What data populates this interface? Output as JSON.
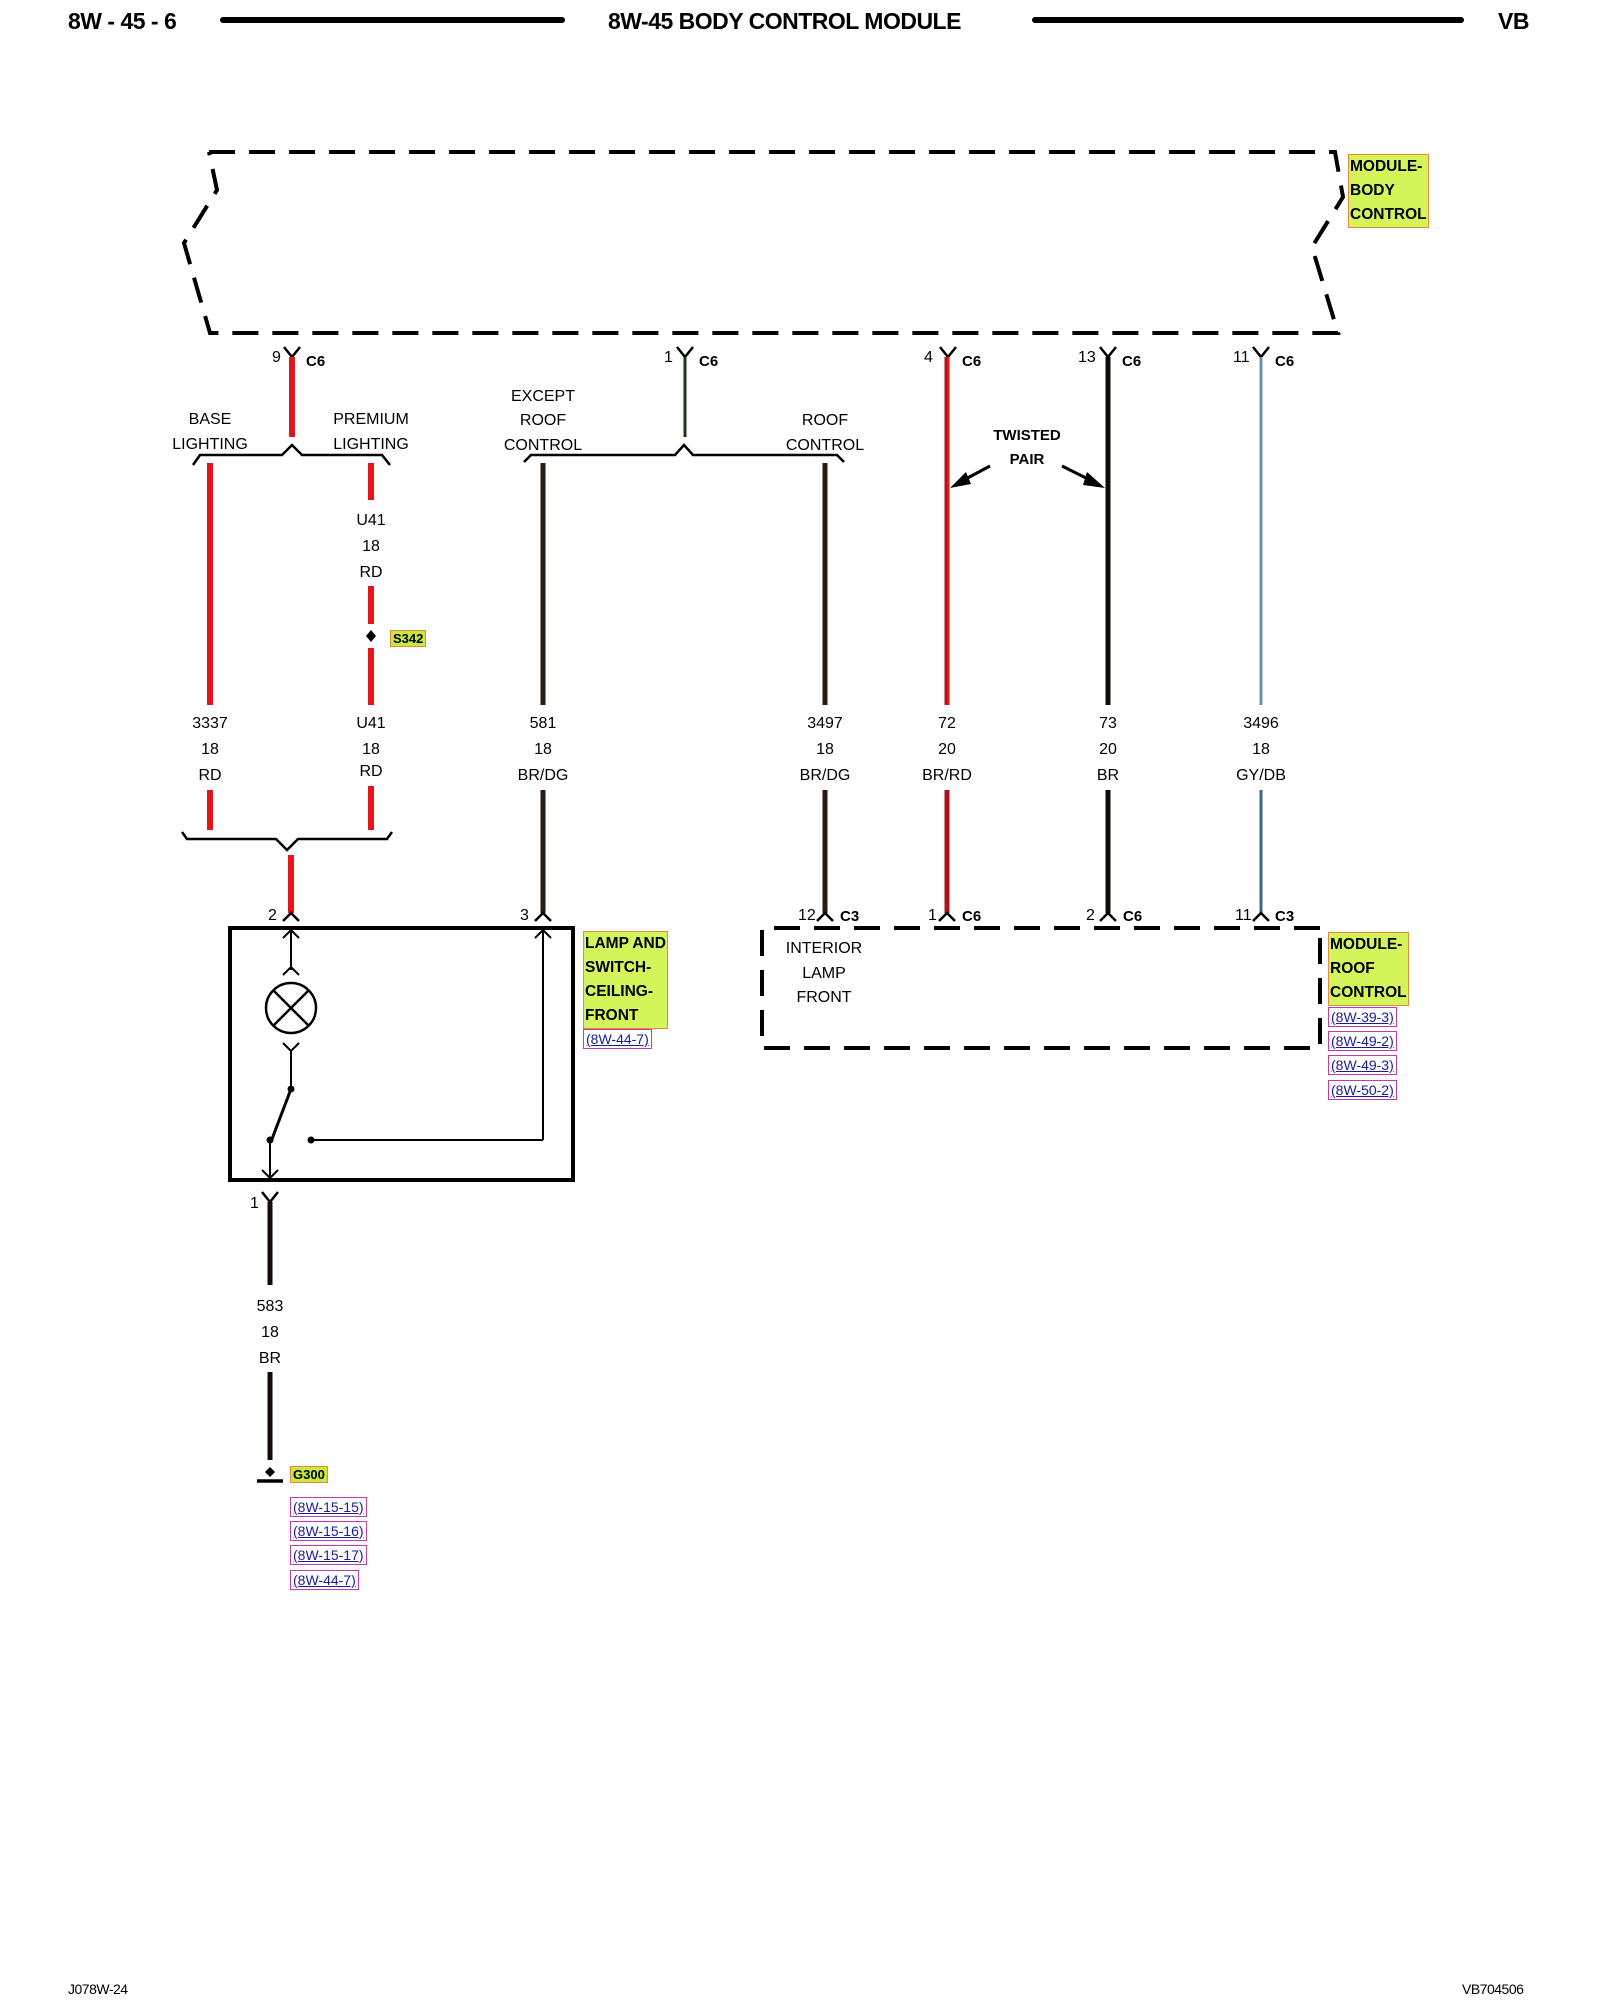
{
  "header": {
    "page_number": "8W - 45 - 6",
    "title": "8W-45 BODY CONTROL MODULE",
    "code": "VB"
  },
  "footer": {
    "left": "J078W-24",
    "right": "VB704506"
  },
  "components": {
    "body_control_module": {
      "label_lines": [
        "MODULE-",
        "BODY",
        "CONTROL"
      ]
    },
    "lamp_switch": {
      "label_lines": [
        "LAMP AND",
        "SWITCH-",
        "CEILING-",
        "FRONT"
      ],
      "refs": [
        "(8W-44-7)"
      ]
    },
    "roof_control_module": {
      "label_lines": [
        "MODULE-",
        "ROOF",
        "CONTROL"
      ],
      "inner_label_lines": [
        "INTERIOR",
        "LAMP",
        "FRONT"
      ],
      "refs": [
        "(8W-39-3)",
        "(8W-49-2)",
        "(8W-49-3)",
        "(8W-50-2)"
      ]
    },
    "splice": {
      "label": "S342"
    },
    "ground": {
      "label": "G300",
      "refs": [
        "(8W-15-15)",
        "(8W-15-16)",
        "(8W-15-17)",
        "(8W-44-7)"
      ]
    }
  },
  "connectors_top": [
    {
      "pin": "9",
      "connector": "C6"
    },
    {
      "pin": "1",
      "connector": "C6"
    },
    {
      "pin": "4",
      "connector": "C6"
    },
    {
      "pin": "13",
      "connector": "C6"
    },
    {
      "pin": "11",
      "connector": "C6"
    }
  ],
  "connectors_bottom": [
    {
      "pin": "2",
      "connector": ""
    },
    {
      "pin": "3",
      "connector": ""
    },
    {
      "pin": "12",
      "connector": "C3"
    },
    {
      "pin": "1",
      "connector": "C6"
    },
    {
      "pin": "2",
      "connector": "C6"
    },
    {
      "pin": "11",
      "connector": "C3"
    },
    {
      "pin": "1",
      "connector": ""
    }
  ],
  "options": {
    "base_lighting": [
      "BASE",
      "LIGHTING"
    ],
    "premium_lighting": [
      "PREMIUM",
      "LIGHTING"
    ],
    "except_roof_control": [
      "EXCEPT",
      "ROOF",
      "CONTROL"
    ],
    "roof_control": [
      "ROOF",
      "CONTROL"
    ]
  },
  "twisted_pair_label": [
    "TWISTED",
    "PAIR"
  ],
  "wires": [
    {
      "circuit": "3337",
      "gauge": "18",
      "color": "RD",
      "stroke": "#e8141c"
    },
    {
      "circuit": "U41",
      "gauge": "18",
      "color": "RD",
      "stroke": "#e8141c"
    },
    {
      "circuit": "U41",
      "gauge": "18",
      "color": "RD",
      "stroke": "#e8141c"
    },
    {
      "circuit": "581",
      "gauge": "18",
      "color": "BR/DG",
      "stroke": "#2a1a10"
    },
    {
      "circuit": "3497",
      "gauge": "18",
      "color": "BR/DG",
      "stroke": "#2a1a10"
    },
    {
      "circuit": "72",
      "gauge": "20",
      "color": "BR/RD",
      "stroke": "#c8141c"
    },
    {
      "circuit": "73",
      "gauge": "20",
      "color": "BR",
      "stroke": "#150b06"
    },
    {
      "circuit": "3496",
      "gauge": "18",
      "color": "GY/DB",
      "stroke": "#6f8fa8"
    },
    {
      "circuit": "583",
      "gauge": "18",
      "color": "BR",
      "stroke": "#150b06"
    }
  ]
}
